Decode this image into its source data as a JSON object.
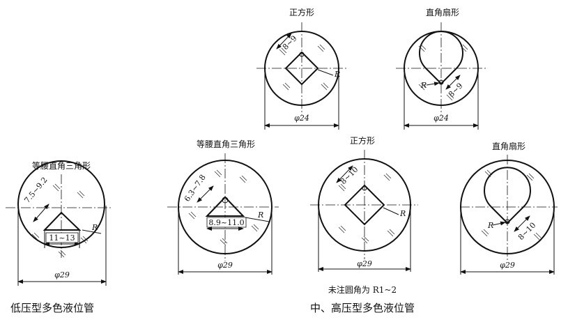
{
  "low_pressure": {
    "caption": "低压型多色液位管",
    "views": [
      {
        "shape_label": "等腰直角三角形",
        "diameter": "φ29",
        "side_dim": "7.5~9.2",
        "base_dim": "11~13",
        "radius": "R"
      }
    ]
  },
  "mid_high_pressure": {
    "caption": "中、高压型多色液位管",
    "note": "未注圆角为 R1~2",
    "views": [
      {
        "shape_label": "正方形",
        "diameter": "φ24",
        "side_dim": "8~9",
        "radius": "R"
      },
      {
        "shape_label": "直角扇形",
        "diameter": "φ24",
        "side_dim": "8~9",
        "radius": "R"
      },
      {
        "shape_label": "等腰直角三角形",
        "diameter": "φ29",
        "side_dim": "6.3~7.8",
        "base_dim": "8.9~11.0",
        "radius": "R"
      },
      {
        "shape_label": "正方形",
        "diameter": "φ29",
        "side_dim": "8~10",
        "radius": "R"
      },
      {
        "shape_label": "直角扇形",
        "diameter": "φ29",
        "side_dim": "8~10",
        "radius": "R"
      }
    ]
  }
}
